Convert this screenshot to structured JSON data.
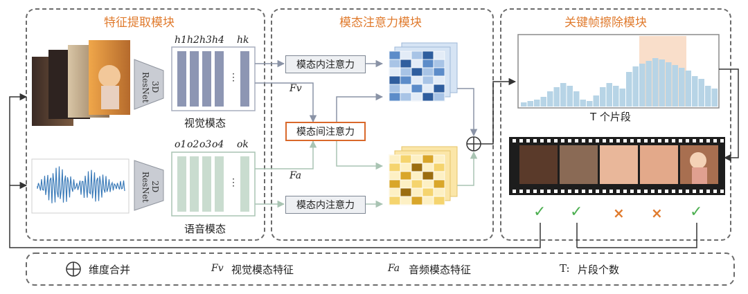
{
  "panels": {
    "feature": "特征提取模块",
    "attention": "模态注意力模块",
    "keyframe": "关键帧擦除模块"
  },
  "feature": {
    "resnet3d": "3D ResNet",
    "resnet2d": "2D ResNet",
    "visual_label": "视觉模态",
    "audio_label": "语音模态",
    "h_labels": [
      "h1",
      "h2",
      "h3",
      "h4",
      "hk"
    ],
    "o_labels": [
      "o1",
      "o2",
      "o3",
      "o4",
      "ok"
    ],
    "dots": "⋮"
  },
  "attention": {
    "intra_top": "模态内注意力",
    "inter": "模态间注意力",
    "intra_bottom": "模态内注意力",
    "fv": "Fv",
    "fa": "Fa"
  },
  "keyframe": {
    "segments_label": "T 个片段",
    "marks": [
      "✓",
      "✓",
      "×",
      "×",
      "✓"
    ]
  },
  "legend": {
    "concat": "维度合并",
    "fv_desc": "视觉模态特征",
    "fa_desc": "音频模态特征",
    "t_key": "T:",
    "t_desc": "片段个数"
  },
  "colors": {
    "accent": "#e07b2e",
    "check": "#4caf50",
    "visual": "#9aa3bf",
    "audio": "#c9dccf"
  }
}
